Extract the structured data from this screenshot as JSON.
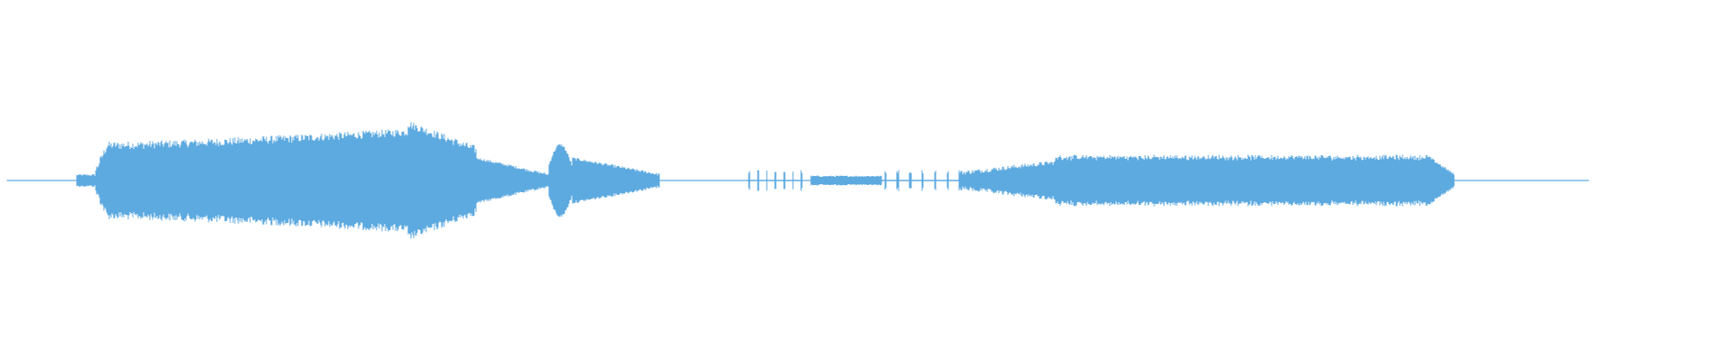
{
  "waveform": {
    "color": "#5DAAE0",
    "segments": [
      {
        "from": 0.0,
        "to": 0.045,
        "kind": "silence"
      },
      {
        "from": 0.048,
        "to": 0.06,
        "kind": "blip"
      },
      {
        "from": 0.06,
        "to": 0.3,
        "kind": "loud"
      },
      {
        "from": 0.3,
        "to": 0.345,
        "kind": "decay"
      },
      {
        "from": 0.345,
        "to": 0.36,
        "kind": "spike"
      },
      {
        "from": 0.36,
        "to": 0.415,
        "kind": "decay"
      },
      {
        "from": 0.415,
        "to": 0.47,
        "kind": "silence"
      },
      {
        "from": 0.47,
        "to": 0.505,
        "kind": "blips"
      },
      {
        "from": 0.51,
        "to": 0.555,
        "kind": "low"
      },
      {
        "from": 0.555,
        "to": 0.605,
        "kind": "blips"
      },
      {
        "from": 0.605,
        "to": 0.9,
        "kind": "loud-soft"
      },
      {
        "from": 0.9,
        "to": 0.915,
        "kind": "decay"
      },
      {
        "from": 0.915,
        "to": 1.0,
        "kind": "silence"
      }
    ],
    "envelope_peak": 1.0
  }
}
